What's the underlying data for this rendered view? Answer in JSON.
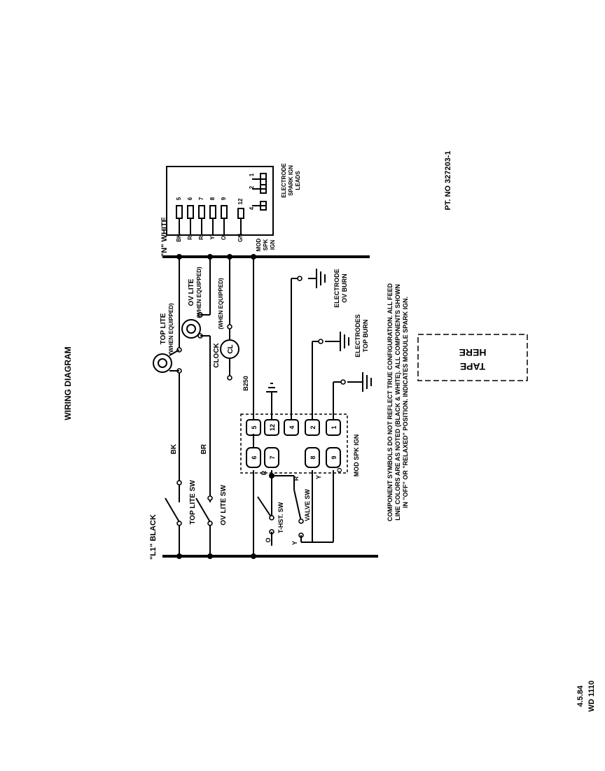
{
  "title": "WIRING DIAGRAM",
  "doc_date": "4.5.84",
  "doc_code": "WD 1110",
  "part_no": "PT. NO 327203-1",
  "bus": {
    "left": "\"L1\" BLACK",
    "right": "\"N\" WHITE"
  },
  "components": {
    "top_lite": {
      "name": "TOP LITE",
      "note": "(WHEN EQUIPPED)",
      "wire": "BK",
      "switch": "TOP LITE SW"
    },
    "ov_lite": {
      "name": "OV LITE",
      "note": "(WHEN EQUIPPED)",
      "wire": "BR",
      "switch": "OV LITE SW"
    },
    "clock": {
      "name": "CLOCK",
      "note": "(WHEN EQUIPPED)",
      "symbol": "CL"
    },
    "b250": "B250",
    "thermostat": "T-HST. SW",
    "valve": "VALVE SW",
    "module": "MOD SPK IGN",
    "electrode_ov": [
      "ELECTRODE",
      "OV BURN"
    ],
    "electrodes_top": [
      "ELECTRODES",
      "TOP BURN"
    ],
    "module_box_label": [
      "MOD",
      "SPK",
      "IGN"
    ],
    "leads_label": [
      "ELECTRODE",
      "SPARK IGN",
      "LEADS"
    ]
  },
  "terminals": {
    "inner": [
      "5",
      "12",
      "4",
      "2",
      "1"
    ],
    "outer": [
      "6",
      "7",
      "8",
      "9"
    ]
  },
  "wire_colors": {
    "r": "R",
    "y": "Y",
    "o": "O",
    "r2": "R",
    "y2": "Y",
    "o2": "O"
  },
  "module_box": {
    "pins": [
      "5",
      "6",
      "7",
      "8",
      "9",
      "12"
    ],
    "wires": [
      "BK",
      "R",
      "R",
      "Y",
      "O",
      "GN"
    ],
    "leads": [
      "1",
      "2",
      "4"
    ]
  },
  "note": [
    "COMPONENT SYMBOLS DO NOT REFLECT TRUE CONFIGURATION.  ALL FEED",
    "LINE COLORS ARE AS NOTED (BLACK & WHITE).  ALL COMPONENTS SHOWN",
    "IN \"OFF\" OR \"RELAXED\" POSITION.       INDICATES MODULE SPARK IGN."
  ],
  "tape": [
    "TAPE",
    "HERE"
  ]
}
